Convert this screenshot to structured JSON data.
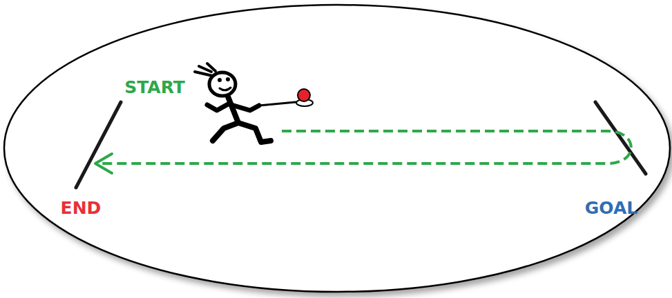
{
  "diagram": {
    "labels": [
      "START",
      "END",
      "GOAL"
    ]
  }
}
